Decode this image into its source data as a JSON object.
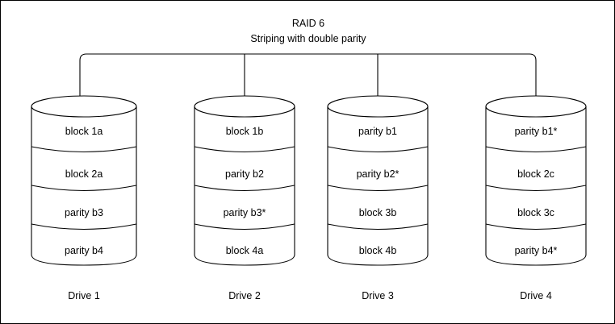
{
  "diagram": {
    "title": {
      "line1": "RAID 6",
      "line2": "Striping with double parity"
    },
    "drives": [
      {
        "label": "Drive 1",
        "bands": [
          "block 1a",
          "block 2a",
          "parity b3",
          "parity b4"
        ]
      },
      {
        "label": "Drive 2",
        "bands": [
          "block 1b",
          "parity b2",
          "parity b3*",
          "block 4a"
        ]
      },
      {
        "label": "Drive 3",
        "bands": [
          "parity b1",
          "parity b2*",
          "block 3b",
          "block 4b"
        ]
      },
      {
        "label": "Drive 4",
        "bands": [
          "parity b1*",
          "block 2c",
          "block 3c",
          "parity b4*"
        ]
      }
    ],
    "colors": {
      "stroke": "#000000",
      "background": "#ffffff",
      "text": "#000000"
    }
  }
}
